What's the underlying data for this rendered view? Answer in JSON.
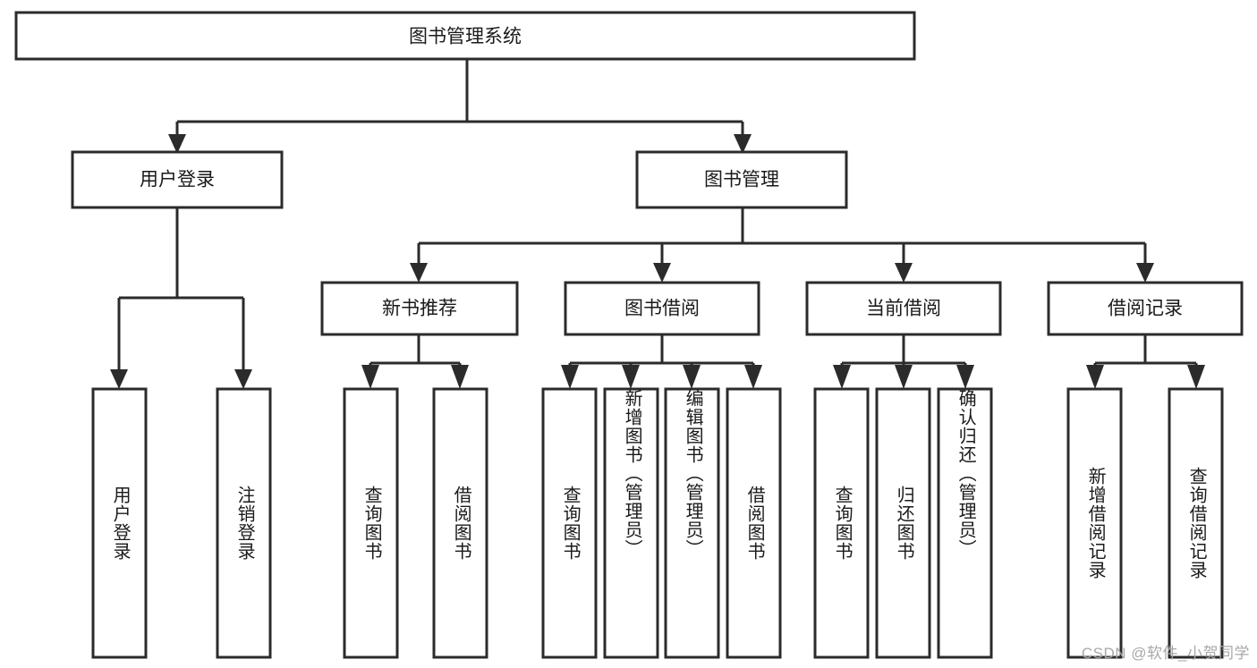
{
  "diagram": {
    "type": "tree",
    "title": "图书管理系统",
    "root": {
      "id": "root",
      "label": "图书管理系统",
      "orientation": "horizontal"
    },
    "level2": [
      {
        "id": "user-login",
        "label": "用户登录",
        "orientation": "horizontal"
      },
      {
        "id": "book-manage",
        "label": "图书管理",
        "orientation": "horizontal"
      }
    ],
    "level3": [
      {
        "id": "new-book-recommend",
        "label": "新书推荐",
        "orientation": "horizontal",
        "parent": "book-manage"
      },
      {
        "id": "book-borrow",
        "label": "图书借阅",
        "orientation": "horizontal",
        "parent": "book-manage"
      },
      {
        "id": "current-borrow",
        "label": "当前借阅",
        "orientation": "horizontal",
        "parent": "book-manage"
      },
      {
        "id": "borrow-record",
        "label": "借阅记录",
        "orientation": "horizontal",
        "parent": "book-manage"
      }
    ],
    "leaves": [
      {
        "id": "leaf-user-login",
        "label": "用户登录",
        "orientation": "vertical",
        "parent": "user-login"
      },
      {
        "id": "leaf-logout",
        "label": "注销登录",
        "orientation": "vertical",
        "parent": "user-login"
      },
      {
        "id": "leaf-query-book-1",
        "label": "查询图书",
        "orientation": "vertical",
        "parent": "new-book-recommend"
      },
      {
        "id": "leaf-borrow-book-1",
        "label": "借阅图书",
        "orientation": "vertical",
        "parent": "new-book-recommend"
      },
      {
        "id": "leaf-query-book-2",
        "label": "查询图书",
        "orientation": "vertical",
        "parent": "book-borrow"
      },
      {
        "id": "leaf-add-book",
        "label": "新增图书（管理员）",
        "orientation": "vertical",
        "parent": "book-borrow"
      },
      {
        "id": "leaf-edit-book",
        "label": "编辑图书（管理员）",
        "orientation": "vertical",
        "parent": "book-borrow"
      },
      {
        "id": "leaf-borrow-book-2",
        "label": "借阅图书",
        "orientation": "vertical",
        "parent": "book-borrow"
      },
      {
        "id": "leaf-query-book-3",
        "label": "查询图书",
        "orientation": "vertical",
        "parent": "current-borrow"
      },
      {
        "id": "leaf-return-book",
        "label": "归还图书",
        "orientation": "vertical",
        "parent": "current-borrow"
      },
      {
        "id": "leaf-confirm-return",
        "label": "确认归还（管理员）",
        "orientation": "vertical",
        "parent": "current-borrow"
      },
      {
        "id": "leaf-add-record",
        "label": "新增借阅记录",
        "orientation": "vertical",
        "parent": "borrow-record"
      },
      {
        "id": "leaf-query-record",
        "label": "查询借阅记录",
        "orientation": "vertical",
        "parent": "borrow-record"
      }
    ]
  },
  "watermark": {
    "text": "CSDN @软件_小贺同学"
  },
  "colors": {
    "stroke": "#2b2b2b",
    "box_fill": "#ffffff",
    "text": "#1a1a1a",
    "watermark": "#a8a8a8",
    "background": "#ffffff"
  }
}
